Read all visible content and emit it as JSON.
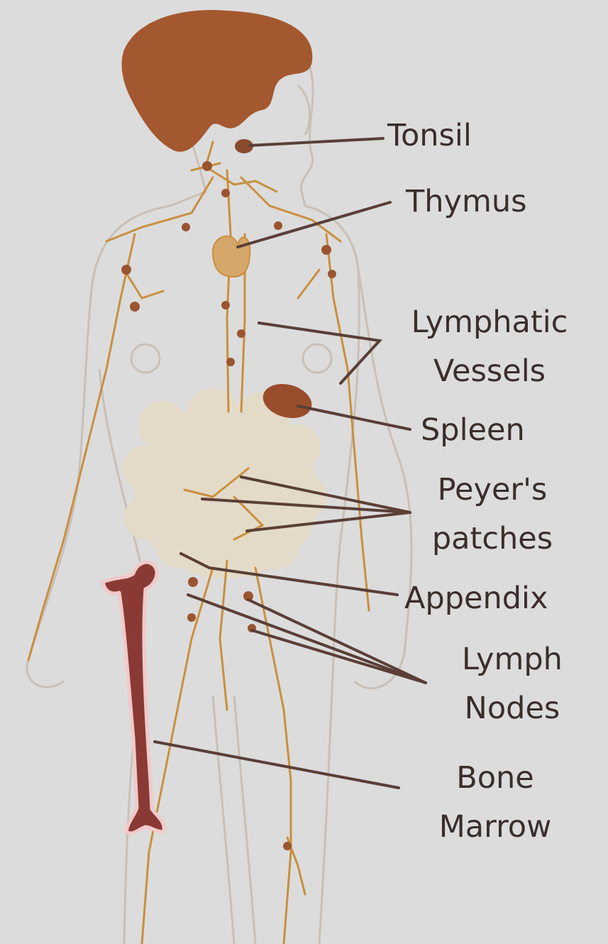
{
  "colors": {
    "background": "#dcdcdc",
    "body_outline": "#c9c0b8",
    "vessel": "#c98f3e",
    "node": "#9a5530",
    "hair": "#a4582f",
    "spleen": "#9a4d2c",
    "bone": "#8a3a34",
    "bone_highlight": "#f2c9c9",
    "intestine": "#e3dbc8",
    "leader_line": "#5a3f37",
    "label_text": "#3a2e2b"
  },
  "labels": {
    "tonsil": "Tonsil",
    "thymus": "Thymus",
    "lymphatic_vessels": [
      "Lymphatic",
      "Vessels"
    ],
    "spleen": "Spleen",
    "peyers_patches": [
      "Peyer's",
      "patches"
    ],
    "appendix": "Appendix",
    "lymph_nodes": [
      "Lymph",
      "Nodes"
    ],
    "bone_marrow": [
      "Bone",
      "Marrow"
    ]
  }
}
